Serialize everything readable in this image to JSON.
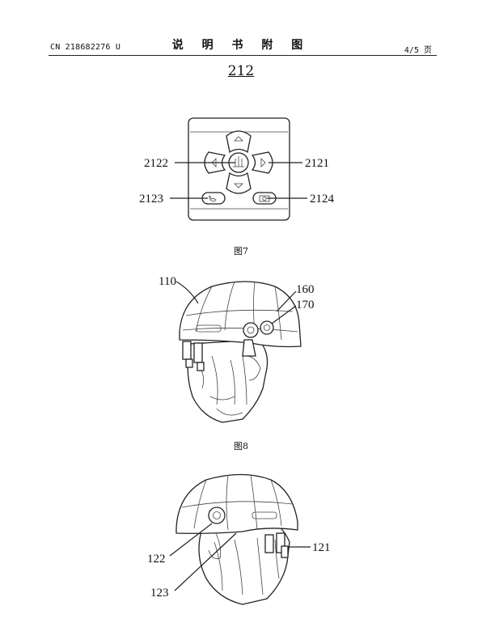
{
  "header": {
    "patent_number": "CN 218682276 U",
    "title": "说 明 书 附 图",
    "page": "4/5 页"
  },
  "figure_ref": "212",
  "figure7": {
    "caption": "图7",
    "labels": {
      "l2122": "2122",
      "l2121": "2121",
      "l2123": "2123",
      "l2124": "2124"
    }
  },
  "figure8": {
    "caption": "图8",
    "labels": {
      "l110": "110",
      "l160": "160",
      "l170": "170"
    }
  },
  "figure9": {
    "labels": {
      "l122": "122",
      "l123": "123",
      "l121": "121"
    }
  }
}
